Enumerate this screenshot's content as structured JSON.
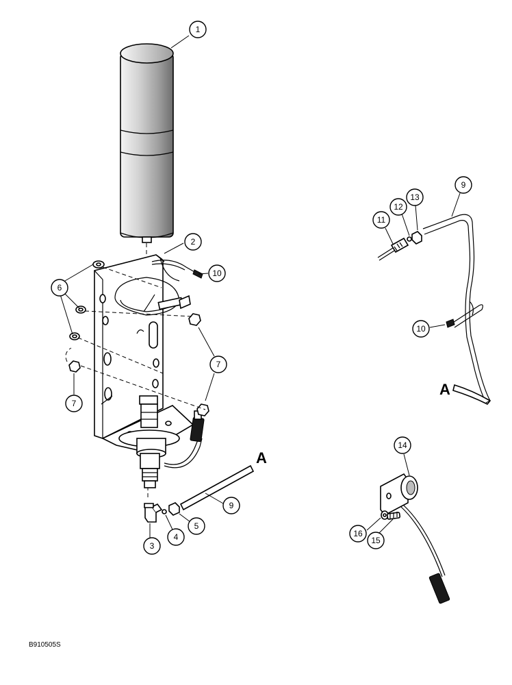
{
  "callouts": {
    "c1": "1",
    "c2": "2",
    "c3": "3",
    "c4": "4",
    "c5": "5",
    "c6": "6",
    "c7a": "7",
    "c7b": "7",
    "c9a": "9",
    "c9b": "9",
    "c10a": "10",
    "c10b": "10",
    "c11": "11",
    "c12": "12",
    "c13": "13",
    "c14": "14",
    "c15": "15",
    "c16": "16"
  },
  "reference_letter_main": "A",
  "reference_letter_detail": "A",
  "drawing_id": "B910505S"
}
